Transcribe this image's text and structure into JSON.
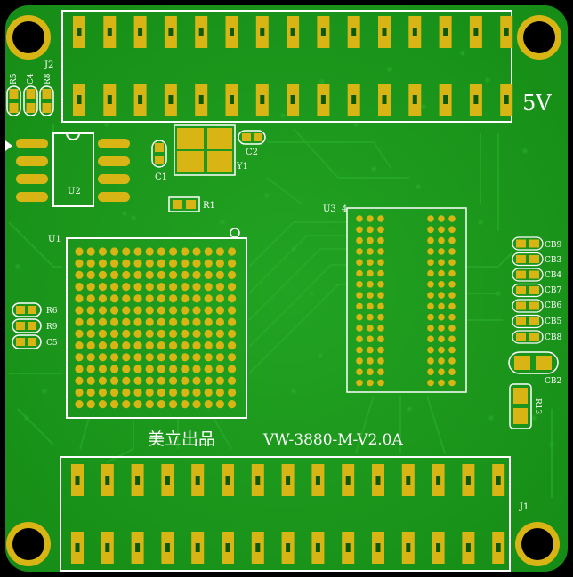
{
  "board": {
    "colors": {
      "background": "#000000",
      "board": "#1f9a1f",
      "board_dark": "#178a17",
      "copper": "#d8b414",
      "copper_inner": "#0a5a0a",
      "silkscreen": "#ffffff",
      "hole": "#000000"
    },
    "silkscreen": {
      "label_5v": "5V",
      "maker": "美立出品",
      "version": "VW-3880-M-V2.0A",
      "j1": "J1",
      "j2": "J2",
      "u1": "U1",
      "u2": "U2",
      "u3": "U3",
      "u3_pin": "4",
      "y1": "Y1",
      "c1": "C1",
      "c2": "C2",
      "r1": "R1",
      "r5": "R5",
      "c4": "C4",
      "r8": "R8",
      "r6": "R6",
      "r9": "R9",
      "c5": "C5",
      "cb9": "CB9",
      "cb3": "CB3",
      "cb4": "CB4",
      "cb7": "CB7",
      "cb6": "CB6",
      "cb5": "CB5",
      "cb8": "CB8",
      "cb2": "CB2",
      "r13": "R13"
    },
    "connectors": {
      "j2_pins_per_row": 15,
      "j1_pins_per_row": 15,
      "rows": 2
    },
    "bga": {
      "u1_grid": [
        14,
        14
      ]
    }
  }
}
